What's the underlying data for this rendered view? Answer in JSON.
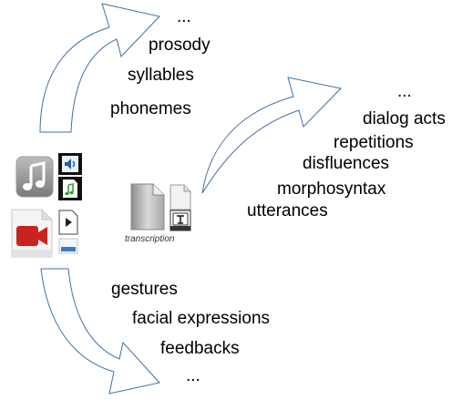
{
  "arrow_color": "#3f6fa6",
  "top_branch": {
    "items": [
      "...",
      "prosody",
      "syllables",
      "phonemes"
    ]
  },
  "right_branch": {
    "items": [
      "...",
      "dialog acts",
      "repetitions",
      "disfluences",
      "morphosyntax",
      "utterances"
    ]
  },
  "bottom_branch": {
    "items": [
      "gestures",
      "facial expressions",
      "feedbacks",
      "..."
    ]
  },
  "source_icons": [
    "music-note-icon",
    "speaker-icon",
    "audio-file-icon",
    "video-camera-icon",
    "play-file-icon"
  ],
  "transcription": {
    "caption": "transcription",
    "icons": [
      "text-document-icon",
      "text-file-icon"
    ]
  }
}
